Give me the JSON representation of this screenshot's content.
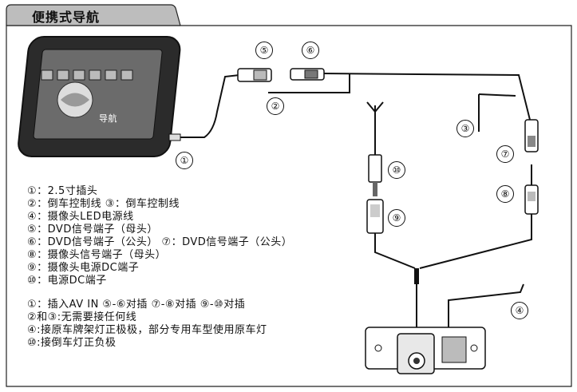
{
  "title": "便携式导航",
  "device": {
    "screen_text": "导航"
  },
  "callouts": [
    "①",
    "②",
    "③",
    "④",
    "⑤",
    "⑥",
    "⑦",
    "⑧",
    "⑨",
    "⑩"
  ],
  "legend": [
    "①：2.5寸插头",
    "②：倒车控制线      ③：倒车控制线",
    "④：摄像头LED电源线",
    "⑤：DVD信号端子（母头）",
    "⑥：DVD信号端子（公头） ⑦：DVD信号端子（公头）",
    "⑧：摄像头信号端子（母头）",
    "⑨：摄像头电源DC端子",
    "⑩：电源DC端子"
  ],
  "notes": {
    "plug_line": "①：插入AV IN    ⑤-⑥对插    ⑦-⑧对插  ⑨-⑩对插",
    "lines": [
      "②和③:无需要接任何线",
      "④:接原车牌架灯正极极，部分专用车型使用原车灯",
      "⑩:接倒车灯正负极"
    ]
  }
}
